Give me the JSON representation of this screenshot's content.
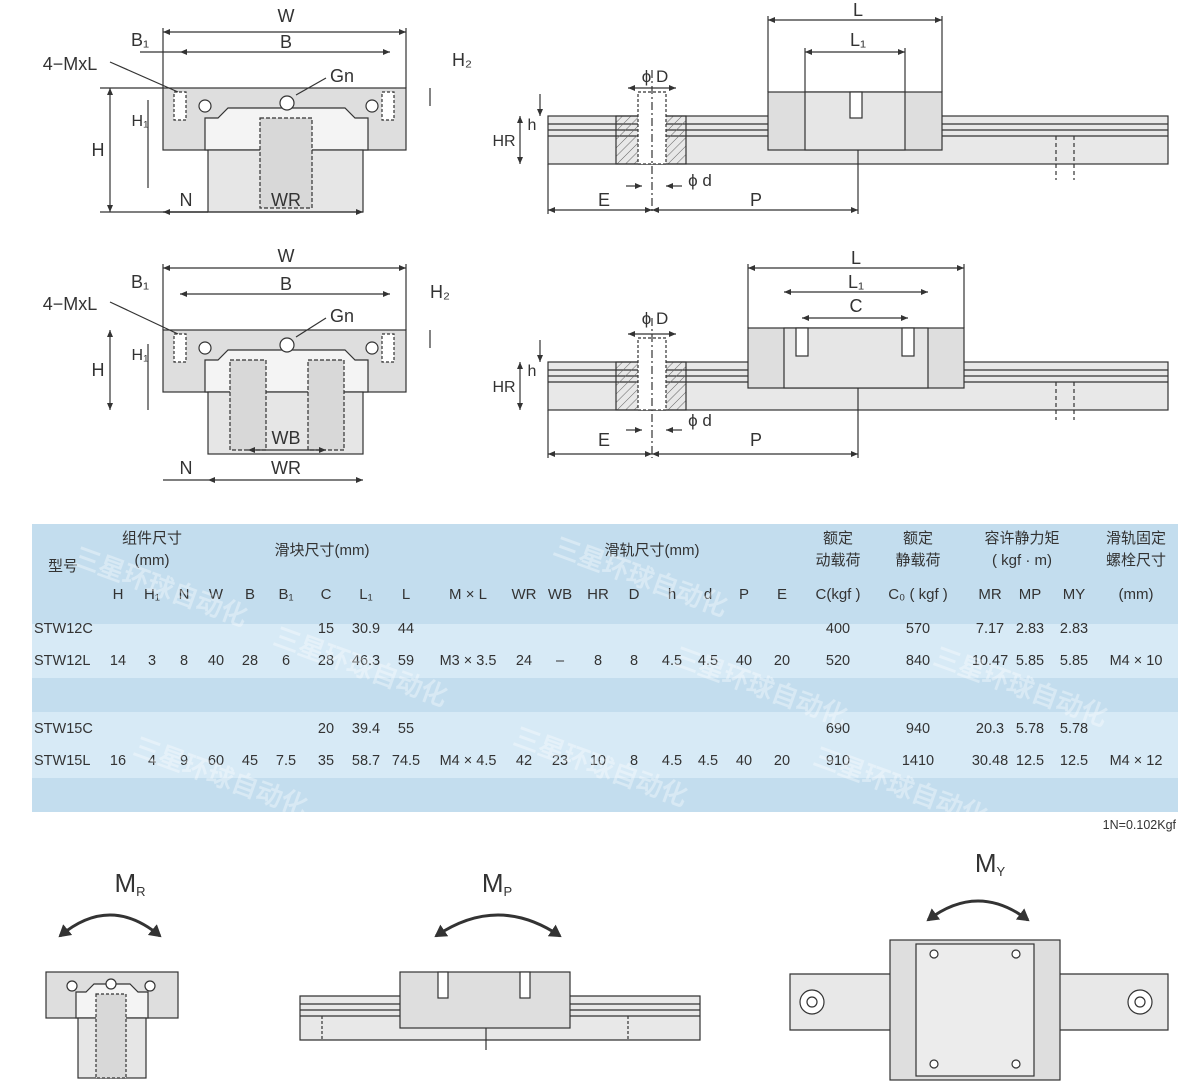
{
  "drawing_labels": {
    "W": "W",
    "B": "B",
    "B1": "B₁",
    "MxL": "4−MxL",
    "Gn": "Gn",
    "H2": "H₂",
    "H": "H",
    "H1": "H₁",
    "N": "N",
    "WR": "WR",
    "WB": "WB",
    "L": "L",
    "L1": "L₁",
    "C": "C",
    "phiD": "ϕ D",
    "phid": "ϕ d",
    "h": "h",
    "HR": "HR",
    "E": "E",
    "P": "P"
  },
  "table": {
    "col_model": "型号",
    "group_assembly": [
      "组件尺寸",
      "(mm)"
    ],
    "group_block": "滑块尺寸(mm)",
    "group_rail": "滑轨尺寸(mm)",
    "group_dynamic": [
      "额定",
      "动载荷"
    ],
    "group_static": [
      "额定",
      "静载荷"
    ],
    "group_moment": [
      "容许静力矩",
      "( kgf · m)"
    ],
    "group_bolt": [
      "滑轨固定",
      "螺栓尺寸"
    ],
    "subheaders": [
      "H",
      "H₁",
      "N",
      "W",
      "B",
      "B₁",
      "C",
      "L₁",
      "L",
      "M × L",
      "WR",
      "WB",
      "HR",
      "D",
      "h",
      "d",
      "P",
      "E",
      "C(kgf )",
      "C₀ ( kgf )",
      "MR",
      "MP",
      "MY",
      "(mm)"
    ],
    "rows": [
      {
        "model": "STW12C",
        "C": "15",
        "L1": "30.9",
        "L": "44",
        "dyn": "400",
        "stat": "570",
        "MR": "7.17",
        "MP": "2.83",
        "MY": "2.83"
      },
      {
        "model": "STW12L",
        "H": "14",
        "H1": "3",
        "N": "8",
        "W": "40",
        "B": "28",
        "B1": "6",
        "C": "28",
        "L1": "46.3",
        "L": "59",
        "MxL": "M3 × 3.5",
        "WR": "24",
        "WB": "–",
        "HR": "8",
        "D": "8",
        "h": "4.5",
        "d": "4.5",
        "P": "40",
        "E": "20",
        "dyn": "520",
        "stat": "840",
        "MR": "10.47",
        "MP": "5.85",
        "MY": "5.85",
        "bolt": "M4 × 10"
      },
      {
        "model": "STW15C",
        "C": "20",
        "L1": "39.4",
        "L": "55",
        "dyn": "690",
        "stat": "940",
        "MR": "20.3",
        "MP": "5.78",
        "MY": "5.78"
      },
      {
        "model": "STW15L",
        "H": "16",
        "H1": "4",
        "N": "9",
        "W": "60",
        "B": "45",
        "B1": "7.5",
        "C": "35",
        "L1": "58.7",
        "L": "74.5",
        "MxL": "M4 × 4.5",
        "WR": "42",
        "WB": "23",
        "HR": "10",
        "D": "8",
        "h": "4.5",
        "d": "4.5",
        "P": "40",
        "E": "20",
        "dyn": "910",
        "stat": "1410",
        "MR": "30.48",
        "MP": "12.5",
        "MY": "12.5",
        "bolt": "M4 × 12"
      }
    ],
    "watermark": "三星环球自动化"
  },
  "unit_note": "1N=0.102Kgf",
  "moments": {
    "MR": {
      "main": "M",
      "sub": "R"
    },
    "MP": {
      "main": "M",
      "sub": "P"
    },
    "MY": {
      "main": "M",
      "sub": "Y"
    }
  }
}
